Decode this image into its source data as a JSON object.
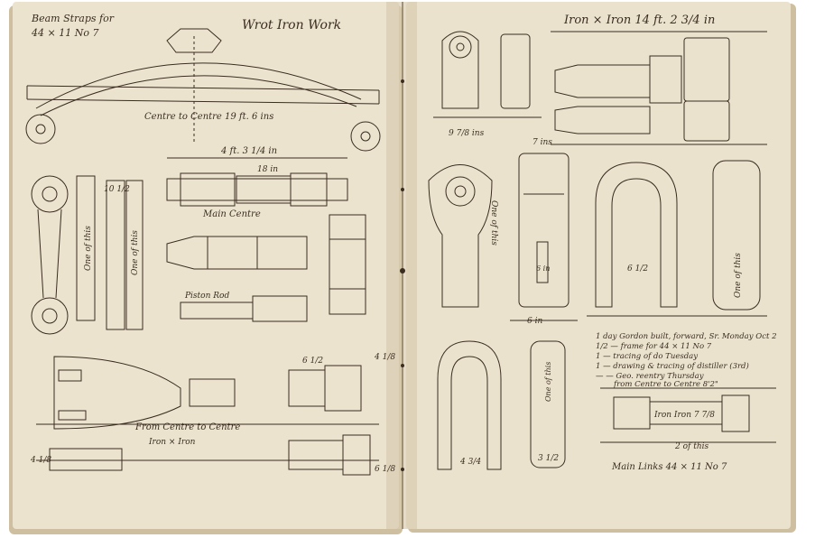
{
  "notebook": {
    "left_page": {
      "header_left_1": "Beam Straps for",
      "header_left_2": "44 × 11 No 7",
      "header_title": "Wrot Iron Work",
      "centre_note": "Centre to Centre 19 ft. 6 ins",
      "main_centre_label": "Main Centre",
      "overall_length": "4 ft. 3 1/4 in",
      "piston_rod_label": "Piston Rod",
      "one_of_this_a": "One of this",
      "one_of_this_b": "One of this",
      "from_centre_note": "From Centre to Centre",
      "iron_note": "Iron × Iron",
      "dim_a": "18 in",
      "dim_b": "10 1/2",
      "dim_c": "4 1/8",
      "dim_d": "6 1/2",
      "dim_e": "6 1/8",
      "page_corner": "4 1/8"
    },
    "right_page": {
      "header_title": "Iron × Iron 14 ft. 2 3/4 in",
      "dim_a": "9 7/8 ins",
      "dim_b": "7 ins",
      "dim_c": "6 in",
      "dim_d": "6 1/2",
      "dim_e": "4 3/4",
      "dim_f": "3 1/2",
      "one_of_this_a": "One of this",
      "one_of_this_b": "One of this",
      "one_of_this_c": "One of this",
      "eye_label": "6 in",
      "log_lines": [
        "1 day Gordon built, forward, Sr. Monday Oct 2",
        "1/2 — frame for 44 × 11 No 7",
        "1 — tracing of do        Tuesday",
        "1 — drawing & tracing of distiller (3rd)",
        "— — Geo. reentry          Thursday",
        "from Centre to Centre 8'2\""
      ],
      "iron_bar": "Iron Iron 7 7/8",
      "two_of_this": "2 of this",
      "main_links": "Main Links 44 × 11 No 7"
    }
  },
  "colors": {
    "background": "#ffffff",
    "paper": "#ece3cf",
    "paper_shadow": "#d6c9ae",
    "ink": "#3a2d20",
    "cover_edge": "#c9bca0"
  }
}
